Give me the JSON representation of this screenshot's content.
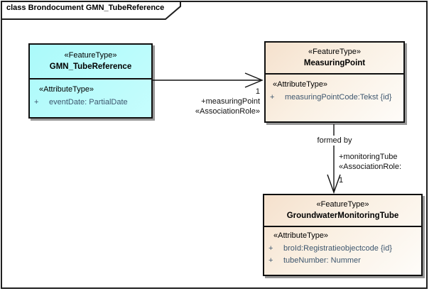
{
  "frame": {
    "title": "class Brondocument GMN_TubeReference"
  },
  "colors": {
    "class_fill_cyan": "#b4fbfb",
    "class_fill_tan": "#f5e1cd",
    "box_border": "#101010",
    "box_shadow": "#979797",
    "attribute_text": "#3d566e",
    "label_text": "#111111"
  },
  "classes": [
    {
      "id": "gmn-tubereference",
      "stereotype": "«FeatureType»",
      "name": "GMN_TubeReference",
      "section_stereotype": "«AttributeType»",
      "attributes": [
        {
          "vis": "+",
          "text": "eventDate: PartialDate"
        }
      ]
    },
    {
      "id": "measuringpoint",
      "stereotype": "«FeatureType»",
      "name": "MeasuringPoint",
      "section_stereotype": "«AttributeType»",
      "attributes": [
        {
          "vis": "+",
          "text": "measuringPointCode:Tekst {id}"
        }
      ]
    },
    {
      "id": "groundwatermonitoringtube",
      "stereotype": "«FeatureType»",
      "name": "GroundwaterMonitoringTube",
      "section_stereotype": "«AttributeType»",
      "attributes": [
        {
          "vis": "+",
          "text": "broId:Registratieobjectcode {id}"
        },
        {
          "vis": "+",
          "text": "tubeNumber: Nummer"
        }
      ]
    }
  ],
  "associations": [
    {
      "id": "tubereference-to-measuringpoint",
      "multiplicity": "1",
      "role": "+measuringPoint",
      "stereotype": "«AssociationRole»"
    },
    {
      "id": "measuringpoint-to-monitoringtube",
      "name": "formed by",
      "role": "+monitoringTube",
      "stereotype": "«AssociationRole:",
      "multiplicity": "1"
    }
  ]
}
